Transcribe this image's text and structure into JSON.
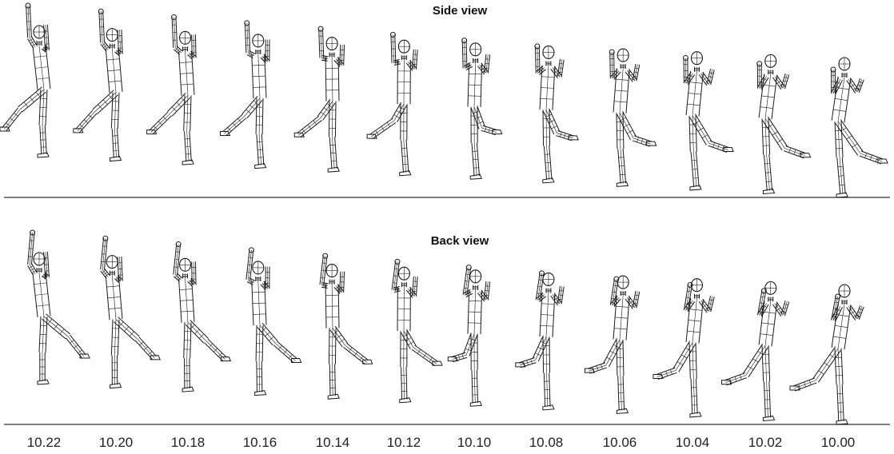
{
  "side_view": {
    "title": "Side view"
  },
  "back_view": {
    "title": "Back view"
  },
  "time_labels": [
    "10.22",
    "10.20",
    "10.18",
    "10.16",
    "10.14",
    "10.12",
    "10.10",
    "10.08",
    "10.06",
    "10.04",
    "10.02",
    "10.00"
  ],
  "colors": {
    "line": "#1a1a1a",
    "ground": "#333333"
  }
}
